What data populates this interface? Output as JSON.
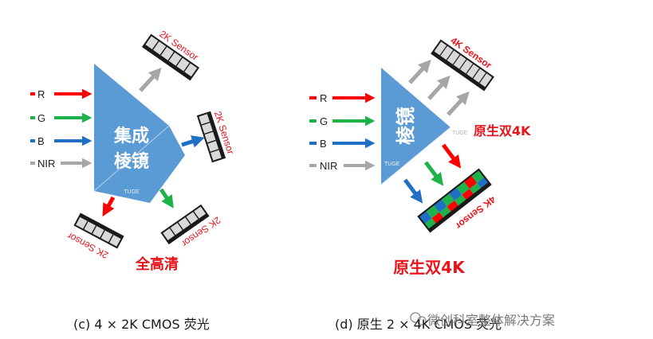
{
  "colors": {
    "prism": "#5b9bd5",
    "red": "#ff0000",
    "green": "#1fb14a",
    "blue": "#1f6fc4",
    "gray": "#a6a6a6",
    "sensor_fill": "#d9d9d9",
    "sensor_edge": "#1a1a1a",
    "label_red": "#e8141c"
  },
  "inputs": {
    "r": "R",
    "g": "G",
    "b": "B",
    "nir": "NIR"
  },
  "left_diagram": {
    "prism_line1": "集成",
    "prism_line2": "棱镜",
    "brand": "TUGE",
    "sensor_top": "2K Sensor",
    "sensor_right": "2K Sensor",
    "sensor_bottom_right": "2K Sensor",
    "sensor_bottom_left": "2K Sensor",
    "annotation": "全高清",
    "caption": "(c) 4 × 2K CMOS 荧光"
  },
  "right_diagram": {
    "prism_label": "棱镜",
    "brand_right": "TUGE",
    "brand_bottom": "TUGE",
    "sensor_top": "4K Sensor",
    "sensor_bottom": "4K Sensor",
    "annotation_side": "原生双4K",
    "annotation_bottom": "原生双4K",
    "caption": "(d) 原生 2 × 4K CMOS 荧光"
  },
  "watermark": "微创科室整体解决方案"
}
